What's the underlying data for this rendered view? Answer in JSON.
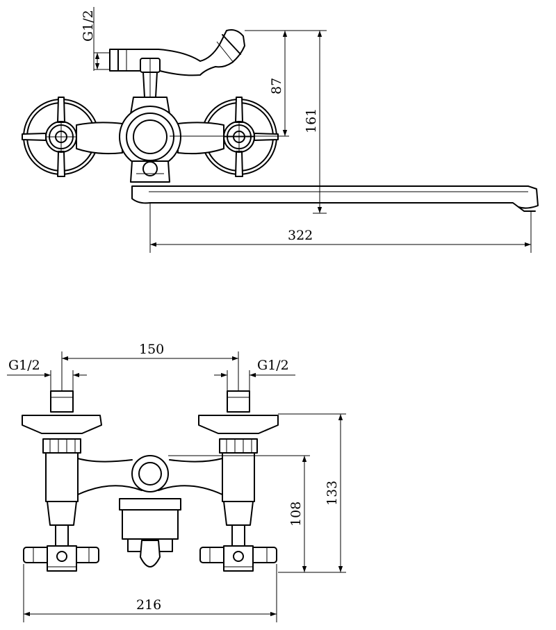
{
  "top_view": {
    "thread_label": "G1/2",
    "dim_shower_height": "87",
    "dim_total_height": "161",
    "dim_spout_length": "322"
  },
  "front_view": {
    "dim_inlet_spacing": "150",
    "thread_label_left": "G1/2",
    "thread_label_right": "G1/2",
    "dim_height_outer": "133",
    "dim_height_inner": "108",
    "dim_total_width": "216"
  }
}
